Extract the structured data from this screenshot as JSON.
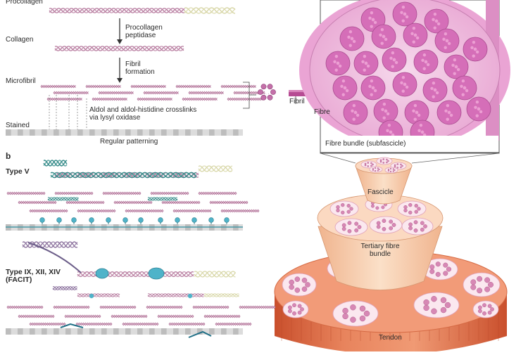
{
  "panel_a": {
    "top_label": "Procollagen",
    "step1": [
      "Procollagen",
      "peptidase"
    ],
    "collagen": "Collagen",
    "step2": [
      "Fibril",
      "formation"
    ],
    "microfibril": "Microfibril",
    "crosslinks": [
      "Aldol and aldol-histidine crosslinks",
      "via lysyl oxidase"
    ],
    "stained": "Stained",
    "patterning": "Regular patterning",
    "fibril": "Fibril",
    "fibre": "Fibre",
    "fibre_bundle": "Fibre bundle (subfascicle)"
  },
  "panel_b": {
    "letter": "b",
    "type_v": "Type V",
    "facit": [
      "Type IX, XII, XIV",
      "(FACIT)"
    ]
  },
  "hierarchy": {
    "fascicle": "Fascicle",
    "tertiary": [
      "Tertiary fibre",
      "bundle"
    ],
    "tendon": "Tendon"
  },
  "colors": {
    "collagen_strand": "#b97ea1",
    "teal_strand": "#3a8e8c",
    "cream_strand": "#d8d7a8",
    "fibre_pink": "#d467b4",
    "tendon_orange": "#e47b55",
    "fascicle_peach": "#f7cfae",
    "stain_grey": "#bdbdbd",
    "node_blue": "#4fb3c9"
  }
}
